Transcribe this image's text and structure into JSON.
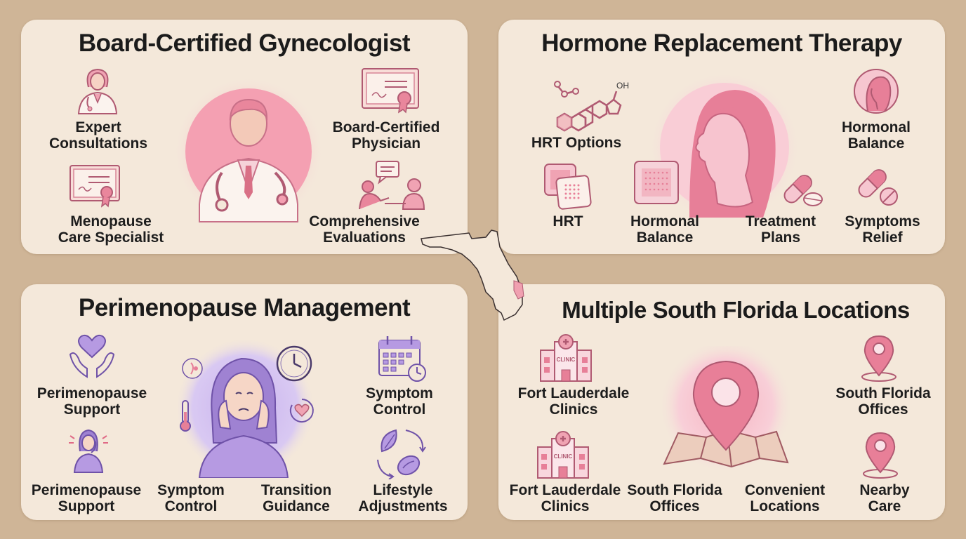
{
  "panels": {
    "gynecologist": {
      "title": "Board-Certified Gynecologist",
      "labels": {
        "expert": "Expert\nConsultations",
        "board_certified": "Board-Certified\nPhysician",
        "menopause": "Menopause\nCare Specialist",
        "evaluations": "Comprehensive\nEvaluations"
      },
      "icons": [
        "female-doctor-icon",
        "doctor-icon",
        "certificate-icon",
        "consultation-icon"
      ],
      "accent": "#e98fa3"
    },
    "hrt": {
      "title": "Hormone Replacement Therapy",
      "labels": {
        "options": "HRT Options",
        "balance_top": "Hormonal\nBalance",
        "hrt": "HRT",
        "balance": "Hormonal\nBalance",
        "plans": "Treatment\nPlans",
        "relief": "Symptoms\nRelief"
      },
      "molecule_text": "OH",
      "icons": [
        "molecule-icon",
        "woman-profile-icon",
        "patch-icon",
        "pill-icon"
      ],
      "accent": "#e98fa3"
    },
    "perimenopause": {
      "title": "Perimenopause Management",
      "labels": {
        "support_top": "Perimenopause\nSupport",
        "control_top": "Symptom\nControl",
        "support": "Perimenopause\nSupport",
        "control": "Symptom\nControl",
        "guidance": "Transition\nGuidance",
        "lifestyle": "Lifestyle\nAdjustments"
      },
      "icons": [
        "heart-hands-icon",
        "stressed-woman-icon",
        "clock-icon",
        "calendar-icon",
        "thermometer-icon",
        "leaves-icon"
      ],
      "accent": "#b79be0"
    },
    "locations": {
      "title": "Multiple South Florida Locations",
      "labels": {
        "fl_top": "Fort Lauderdale\nClinics",
        "sf_top": "South Florida\nOffices",
        "fl": "Fort Lauderdale\nClinics",
        "sf": "South Florida\nOffices",
        "convenient": "Convenient\nLocations",
        "nearby": "Nearby\nCare"
      },
      "clinic_sign": "CLINIC",
      "icons": [
        "clinic-icon",
        "map-pin-icon",
        "map-icon"
      ],
      "accent": "#e98fa3"
    }
  },
  "map": {
    "name": "florida-map-icon",
    "highlight": "#f0a0b0"
  }
}
